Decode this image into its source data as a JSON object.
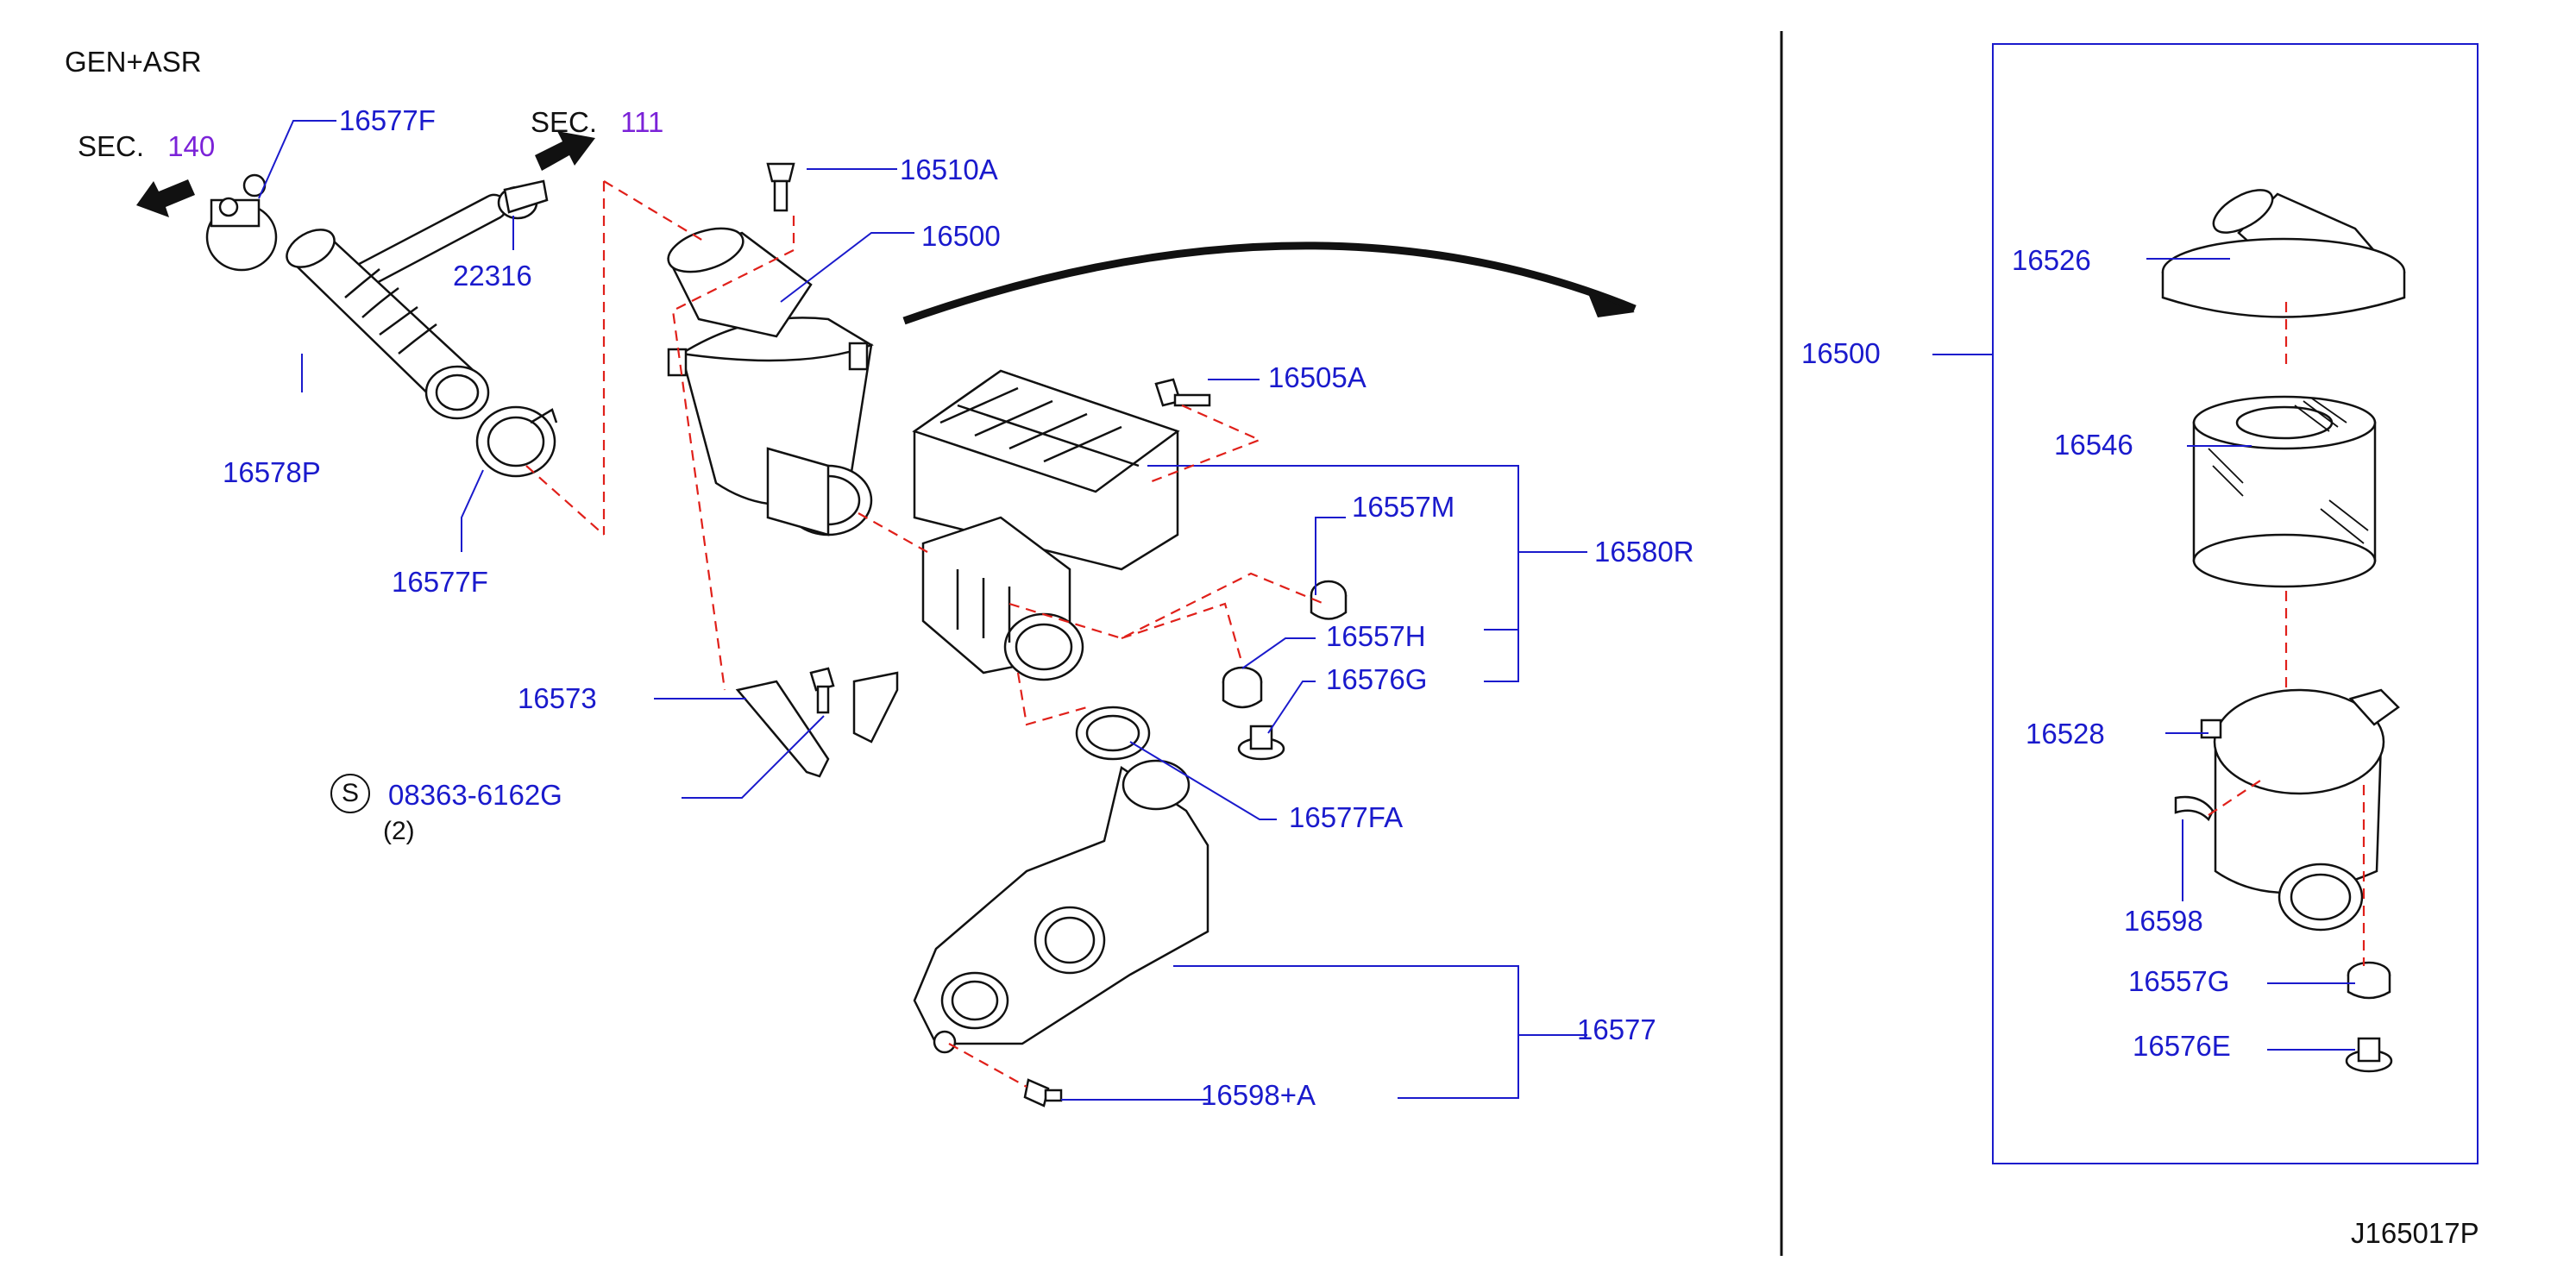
{
  "title": "GEN+ASR",
  "diagram_id": "J165017P",
  "sections": [
    {
      "prefix": "SEC.",
      "number": "140"
    },
    {
      "prefix": "SEC.",
      "number": "111"
    }
  ],
  "parts": {
    "p16577F_top": "16577F",
    "p22316": "22316",
    "p16578P": "16578P",
    "p16577F_bottom": "16577F",
    "p16510A": "16510A",
    "p16500_main": "16500",
    "p16505A": "16505A",
    "p16557M": "16557M",
    "p16580R": "16580R",
    "p16557H": "16557H",
    "p16576G": "16576G",
    "p16573": "16573",
    "p08363": "08363-6162G",
    "p08363_qty": "(2)",
    "p08363_symbol": "S",
    "p16577FA": "16577FA",
    "p16577": "16577",
    "p16598A": "16598+A"
  },
  "detail": {
    "p16500": "16500",
    "p16526": "16526",
    "p16546": "16546",
    "p16528": "16528",
    "p16598": "16598",
    "p16557G": "16557G",
    "p16576E": "16576E"
  },
  "colors": {
    "label": "#1a1acc",
    "section_number": "#7b22d8",
    "line": "#111111",
    "dash": "#e0201a"
  }
}
